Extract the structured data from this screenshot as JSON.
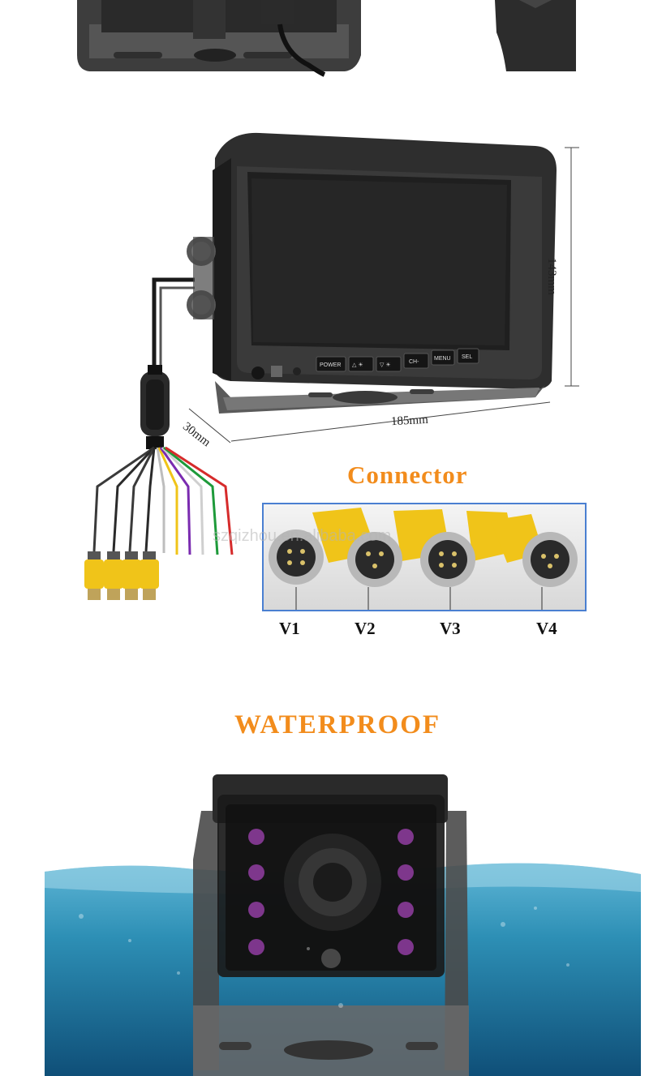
{
  "monitor": {
    "buttons": [
      "POWER",
      "△ ☀",
      "▽ ☀",
      "CH-",
      "MENU",
      "SEL"
    ],
    "dim_height": "143mm",
    "dim_width": "185mm",
    "dim_depth": "30mm"
  },
  "connector": {
    "heading": "Connector",
    "watermark": "szqizhou.en.alibaba.com",
    "labels": [
      "V1",
      "V2",
      "V3",
      "V4"
    ]
  },
  "waterproof": {
    "heading": "WATERPROOF"
  },
  "colors": {
    "accent": "#f28c1c",
    "water": "#2d8fb5",
    "connector_yellow": "#f0c419",
    "panel_border": "#4a7fd1"
  }
}
